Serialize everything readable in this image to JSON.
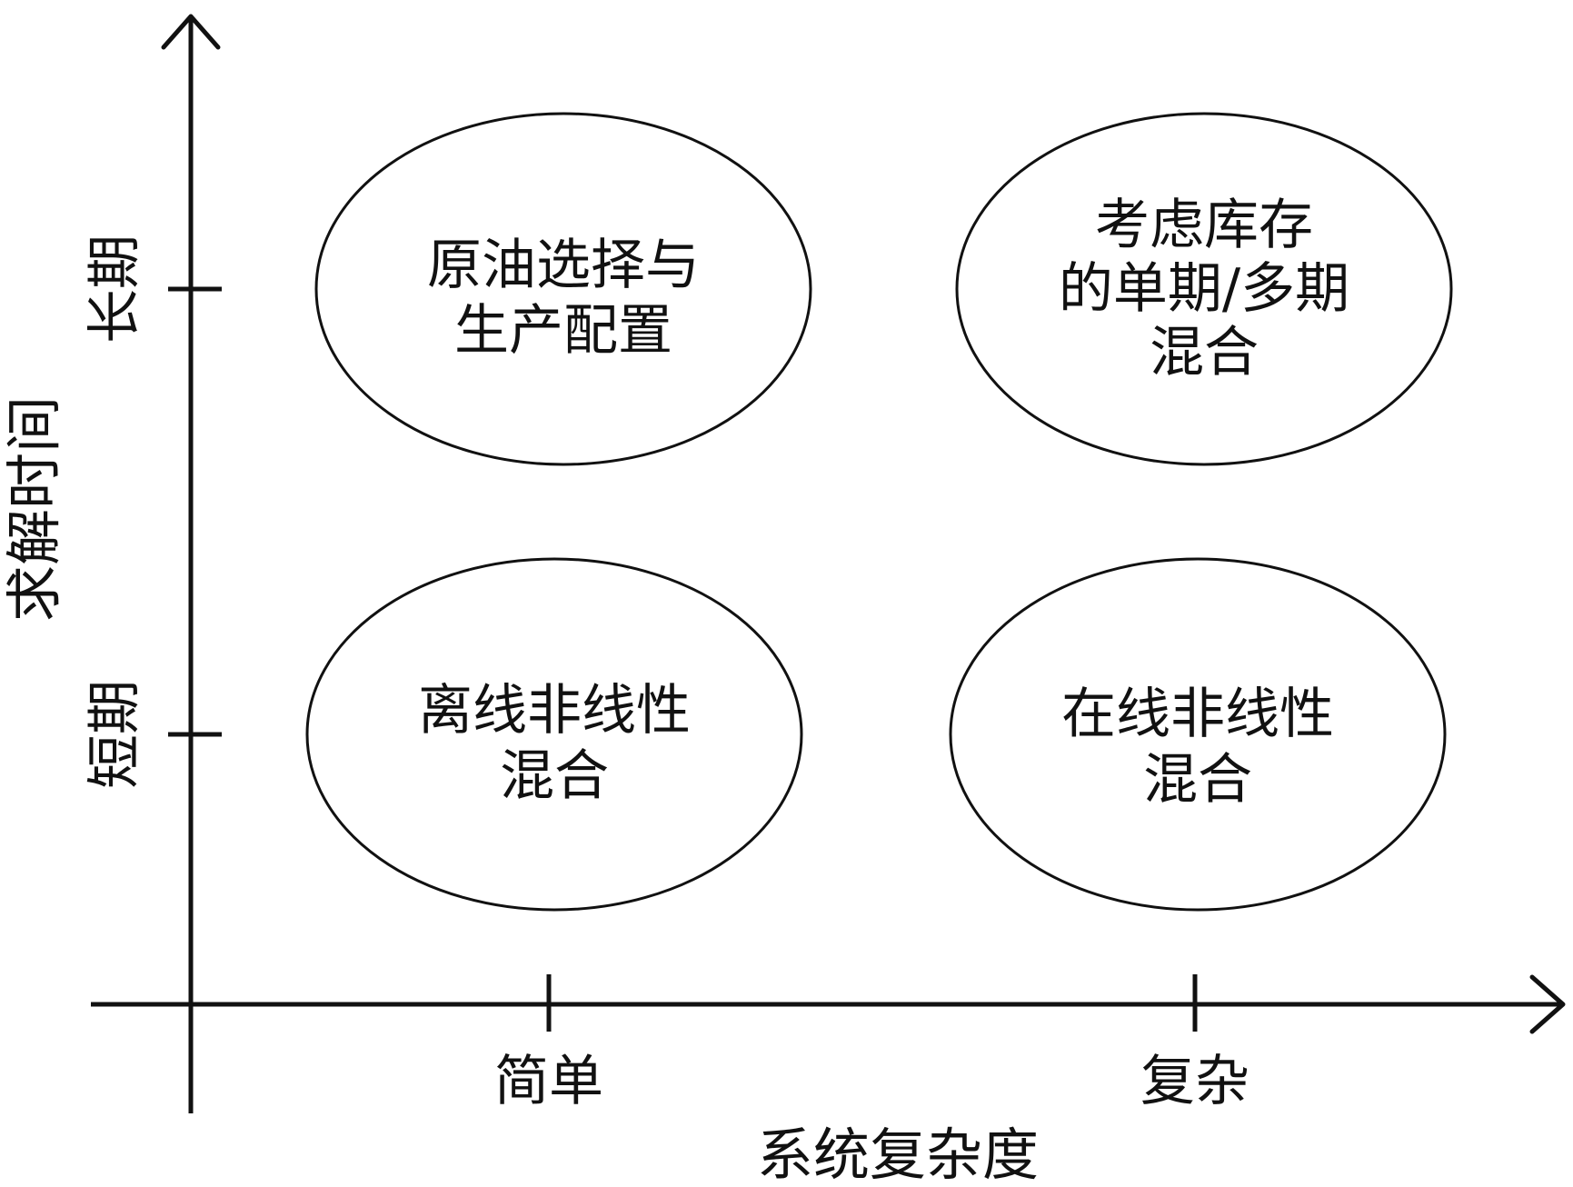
{
  "axes": {
    "x_title": "系统复杂度",
    "y_title": "求解时间",
    "x_ticks": [
      "简单",
      "复杂"
    ],
    "y_ticks": [
      "长期",
      "短期"
    ]
  },
  "quadrants": {
    "top_left": [
      "原油选择与",
      "生产配置"
    ],
    "top_right": [
      "考虑库存",
      "的单期/多期",
      "混合"
    ],
    "bottom_left": [
      "离线非线性",
      "混合"
    ],
    "bottom_right": [
      "在线非线性",
      "混合"
    ]
  }
}
